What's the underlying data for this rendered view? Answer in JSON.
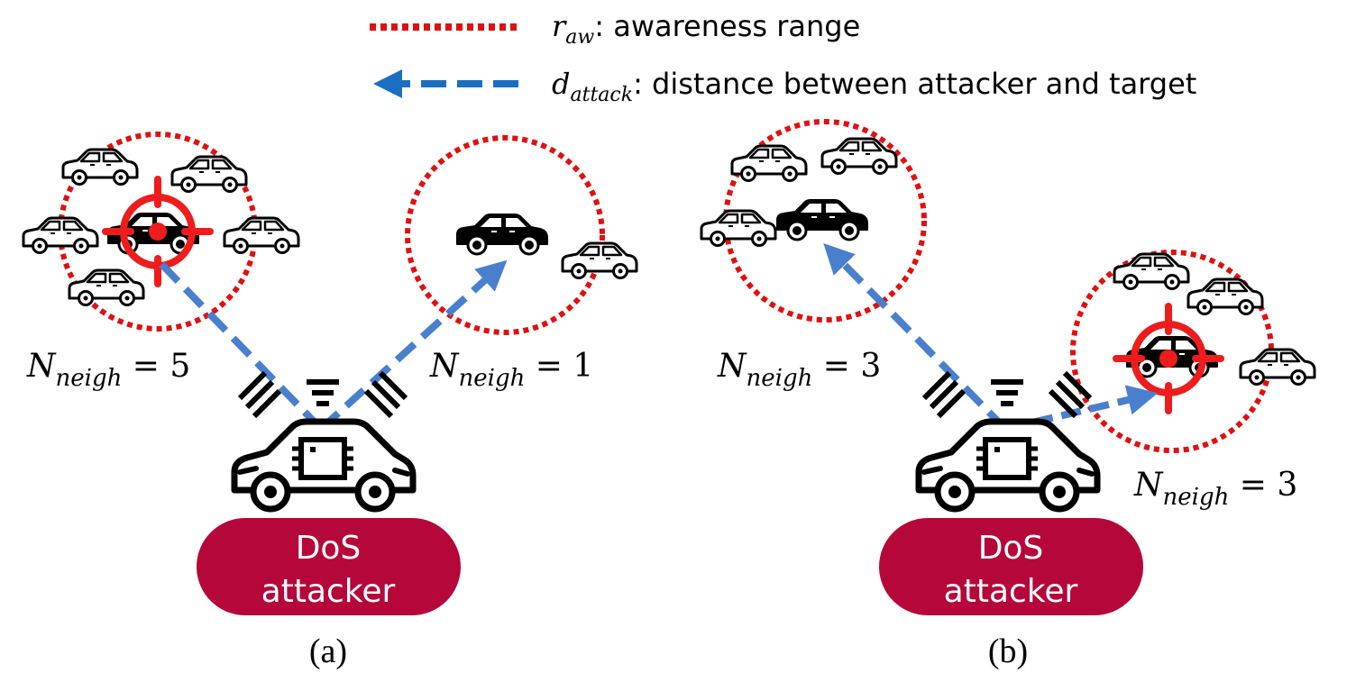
{
  "legend": {
    "awareness": {
      "symbol_main": "r",
      "symbol_sub": "aw",
      "text": ": awareness range",
      "color": "#e01010"
    },
    "distance": {
      "symbol_main": "d",
      "symbol_sub": "attack",
      "text": ": distance between attacker and target",
      "color": "#1a6fc1"
    }
  },
  "colors": {
    "attacker_pill": "#b5073a",
    "target_red": "#ee1c1c",
    "arrow_blue": "#4a7fcd",
    "car_outline": "#000000"
  },
  "panel_a": {
    "caption": "(a)",
    "attacker_line1": "DoS",
    "attacker_line2": "attacker",
    "count_left": {
      "symbol": "N",
      "sub": "neigh",
      "eq": " = 5"
    },
    "count_right": {
      "symbol": "N",
      "sub": "neigh",
      "eq": " = 1"
    }
  },
  "panel_b": {
    "caption": "(b)",
    "attacker_line1": "DoS",
    "attacker_line2": "attacker",
    "count_left": {
      "symbol": "N",
      "sub": "neigh",
      "eq": " = 3"
    },
    "count_right": {
      "symbol": "N",
      "sub": "neigh",
      "eq": " = 3"
    }
  }
}
